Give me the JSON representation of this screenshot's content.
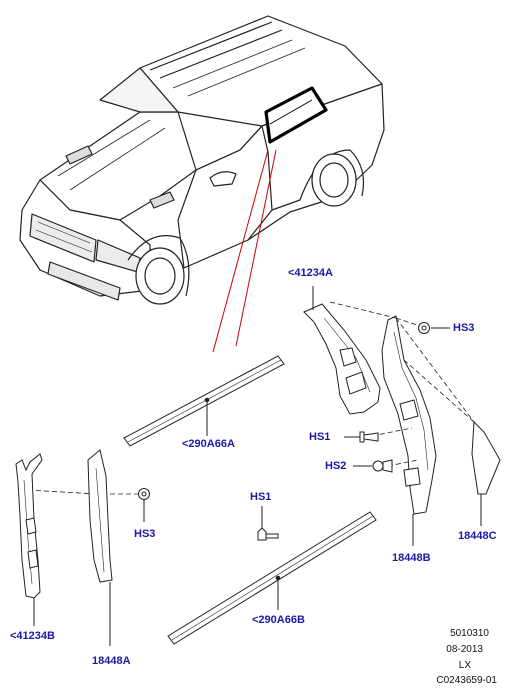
{
  "callouts": {
    "c41234a_top": "<41234A",
    "hs3_right": "HS3",
    "c290a66a": "<290A66A",
    "hs1_right": "HS1",
    "hs2_right": "HS2",
    "c18448c": "18448C",
    "c18448b": "18448B",
    "hs1_mid": "HS1",
    "hs3_left": "HS3",
    "c41234b": "<41234B",
    "c18448a": "18448A",
    "c290a66b": "<290A66B"
  },
  "meta": {
    "code": "5010310",
    "date": "08-2013",
    "variant": "LX",
    "ref": "C0243659-01"
  },
  "colors": {
    "callout": "#1a1aa6",
    "leader": "#cc0000",
    "line": "#222222"
  }
}
